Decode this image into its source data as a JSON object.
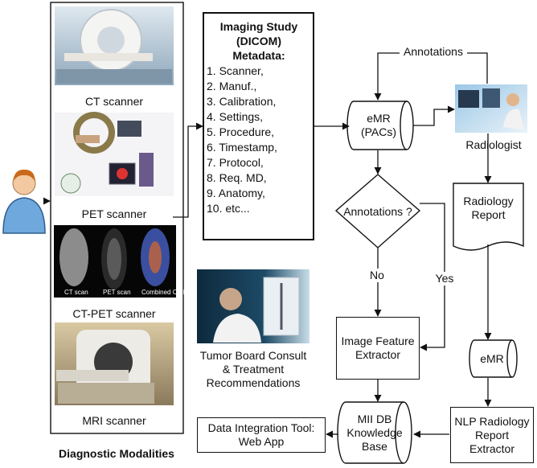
{
  "modalities": {
    "ct": "CT scanner",
    "pet": "PET scanner",
    "ctpet": "CT-PET scanner",
    "mri": "MRI scanner",
    "footer": "Diagnostic Modalities",
    "ctpet_captions": [
      "CT scan",
      "PET scan",
      "Combined CT-PET scan"
    ]
  },
  "metadata": {
    "title": "Imaging Study (DICOM) Metadata:",
    "items": [
      "1. Scanner,",
      "2. Manuf.,",
      "3. Calibration,",
      "4. Settings,",
      "5. Procedure,",
      "6. Timestamp,",
      "7. Protocol,",
      "8. Req. MD,",
      "9. Anatomy,",
      "10. etc..."
    ]
  },
  "nodes": {
    "emr_pacs": "eMR (PACs)",
    "annotations_top": "Annotations",
    "radiologist": "Radiologist",
    "radiology_report": "Radiology Report",
    "decision": "Annotations ?",
    "no": "No",
    "yes": "Yes",
    "image_feature_extractor": "Image Feature Extractor",
    "tumor_board": "Tumor Board Consult & Treatment Recommendations",
    "emr": "eMR",
    "mii_db": "MII DB Knowledge Base",
    "nlp": "NLP Radiology Report Extractor",
    "data_integration": "Data Integration Tool: Web App"
  },
  "colors": {
    "person": "#6fa8dc",
    "person_dark": "#2f5f8f",
    "skin": "#f2c9a0",
    "hair": "#c96a1b",
    "line": "#111111"
  }
}
